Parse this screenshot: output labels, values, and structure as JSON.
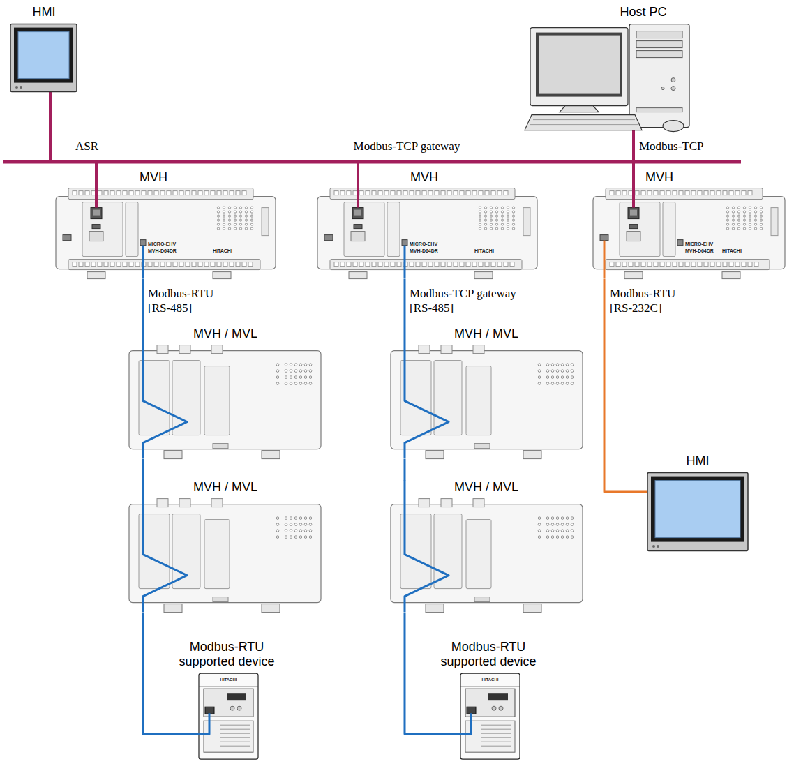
{
  "diagram": {
    "nodes": [
      {
        "text": [
          "HMI"
        ]
      },
      {
        "text": [
          "Host PC"
        ]
      },
      {
        "text": [
          "MVH"
        ]
      },
      {
        "text": [
          "MVH"
        ]
      },
      {
        "text": [
          "MVH"
        ]
      },
      {
        "text": [
          "MVH / MVL"
        ]
      },
      {
        "text": [
          "MVH / MVL"
        ]
      },
      {
        "text": [
          "HMI"
        ]
      },
      {
        "text": [
          "MVH / MVL"
        ]
      },
      {
        "text": [
          "MVH / MVL"
        ]
      },
      {
        "text": [
          "Modbus-RTU supported device"
        ]
      },
      {
        "text": [
          "Modbus-RTU supported device"
        ]
      }
    ],
    "edges": [
      {
        "from": 2,
        "to": 5,
        "arrow": "none",
        "label": "Modbus-RTU [RS-485]"
      },
      {
        "from": 5,
        "to": 8,
        "arrow": "none"
      },
      {
        "from": 8,
        "to": 10,
        "arrow": "none"
      },
      {
        "from": 3,
        "to": 6,
        "arrow": "none",
        "label": "Modbus-TCP gateway [RS-485]"
      },
      {
        "from": 6,
        "to": 9,
        "arrow": "none"
      },
      {
        "from": 9,
        "to": 11,
        "arrow": "none"
      },
      {
        "from": 4,
        "to": 7,
        "arrow": "none",
        "label": "Modbus-RTU [RS-232C]"
      }
    ],
    "labels": [
      "ASR",
      "Modbus-TCP gateway",
      "Modbus-TCP",
      "MICRO-EHV",
      "MVH-D64DR",
      "HITACHI",
      "MICRO-EHV",
      "MVH-D64DR",
      "HITACHI",
      "MICRO-EHV",
      "MVH-D64DR",
      "HITACHI",
      "HITACHI",
      "HITACHI"
    ]
  }
}
